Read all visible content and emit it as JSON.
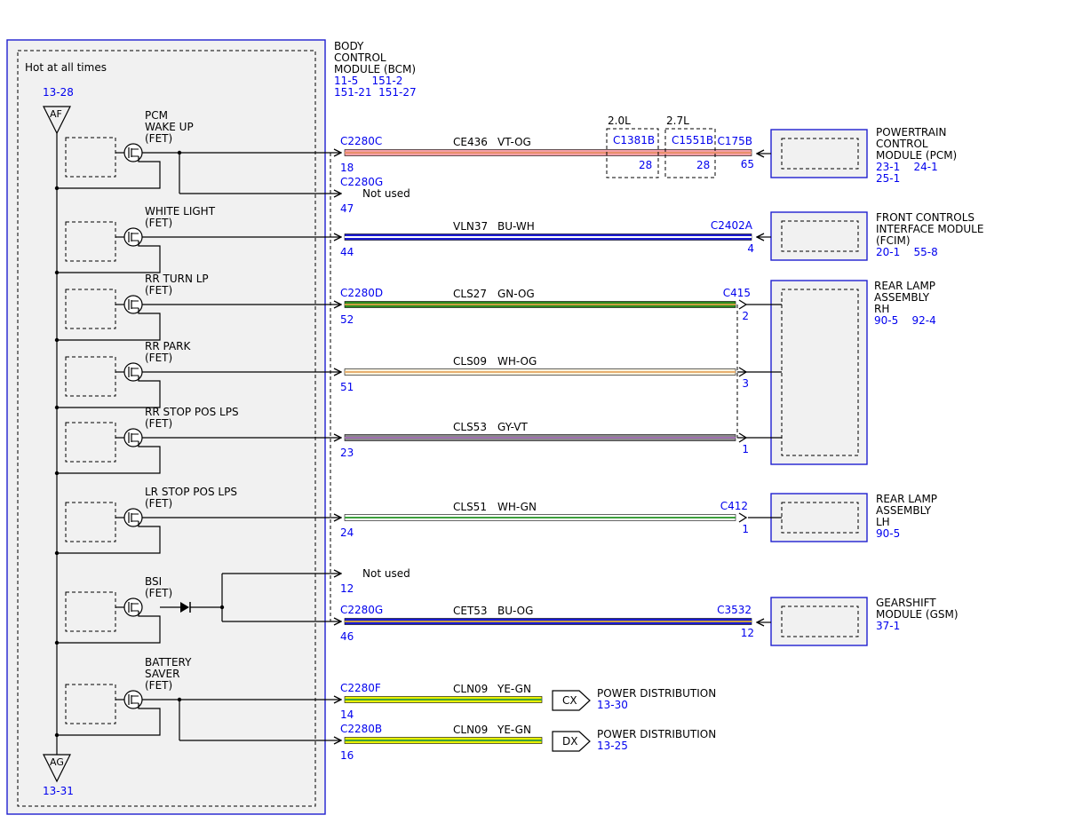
{
  "bcm": {
    "note": "Hot at all times",
    "label_lines": [
      "BODY",
      "CONTROL",
      "MODULE (BCM)"
    ],
    "refs_line1": "11-5    151-2",
    "refs_line2": "151-21  151-27",
    "top_ref": "13-28",
    "top_connector": "AF",
    "bottom_ref": "13-31",
    "bottom_connector": "AG",
    "fet_labels": [
      [
        "PCM",
        "WAKE UP",
        "(FET)"
      ],
      [
        "WHITE LIGHT",
        "(FET)"
      ],
      [
        "RR TURN LP",
        "(FET)"
      ],
      [
        "RR PARK",
        "(FET)"
      ],
      [
        "RR STOP POS LPS",
        "(FET)"
      ],
      [
        "LR STOP POS LPS",
        "(FET)"
      ],
      [
        "BSI",
        "(FET)"
      ],
      [
        "BATTERY",
        "SAVER",
        "(FET)"
      ]
    ]
  },
  "circuits": [
    {
      "connector": "C2280C",
      "pin": "18",
      "circuit": "CE436",
      "color_code": "VT-OG",
      "far_connector": "C175B",
      "far_pin": "65",
      "wire_colors": [
        "#f4a0a8",
        "#e8906a"
      ]
    },
    {
      "connector": "C2280G",
      "pin": "47",
      "note": "Not used"
    },
    {
      "connector": "",
      "pin": "44",
      "circuit": "VLN37",
      "color_code": "BU-WH",
      "far_connector": "C2402A",
      "far_pin": "4",
      "wire_colors": [
        "#1a1ad0",
        "#ffffff"
      ]
    },
    {
      "connector": "C2280D",
      "pin": "52",
      "circuit": "CLS27",
      "color_code": "GN-OG",
      "far_connector": "C415",
      "far_pin": "2",
      "wire_colors": [
        "#2e8b1e",
        "#c8a040"
      ]
    },
    {
      "connector": "",
      "pin": "51",
      "circuit": "CLS09",
      "color_code": "WH-OG",
      "far_connector": "",
      "far_pin": "3",
      "wire_colors": [
        "#fbf4e0",
        "#e8b070"
      ]
    },
    {
      "connector": "",
      "pin": "23",
      "circuit": "CLS53",
      "color_code": "GY-VT",
      "far_connector": "",
      "far_pin": "1",
      "wire_colors": [
        "#8a8a8a",
        "#a070b0"
      ]
    },
    {
      "connector": "",
      "pin": "24",
      "circuit": "CLS51",
      "color_code": "WH-GN",
      "far_connector": "C412",
      "far_pin": "1",
      "wire_colors": [
        "#ffffff",
        "#3ea03e"
      ]
    },
    {
      "connector": "",
      "pin": "12",
      "note": "Not used"
    },
    {
      "connector": "C2280G",
      "pin": "46",
      "circuit": "CET53",
      "color_code": "BU-OG",
      "far_connector": "C3532",
      "far_pin": "12",
      "wire_colors": [
        "#1a1ad0",
        "#c8a040"
      ]
    },
    {
      "connector": "C2280F",
      "pin": "14",
      "circuit": "CLN09",
      "color_code": "YE-GN",
      "far_connector": "",
      "far_pin": "",
      "wire_colors": [
        "#e8f000",
        "#3ea03e"
      ]
    },
    {
      "connector": "C2280B",
      "pin": "16",
      "circuit": "CLN09",
      "color_code": "YE-GN",
      "far_connector": "",
      "far_pin": "",
      "wire_colors": [
        "#e8f000",
        "#3ea03e"
      ]
    }
  ],
  "inline": [
    {
      "variant": "2.0L",
      "connector": "C1381B",
      "pin": "28"
    },
    {
      "variant": "2.7L",
      "connector": "C1551B",
      "pin": "28"
    }
  ],
  "modules": {
    "pcm": {
      "lines": [
        "POWERTRAIN",
        "CONTROL",
        "MODULE (PCM)"
      ],
      "refs_line1": "23-1    24-1",
      "refs_line2": "25-1"
    },
    "fcim": {
      "lines": [
        "FRONT CONTROLS",
        "INTERFACE MODULE",
        "(FCIM)"
      ],
      "refs_line1": "20-1    55-8"
    },
    "rear_rh": {
      "lines": [
        "REAR LAMP",
        "ASSEMBLY",
        "RH"
      ],
      "refs_line1": "90-5    92-4"
    },
    "rear_lh": {
      "lines": [
        "REAR LAMP",
        "ASSEMBLY",
        "LH"
      ],
      "refs_line1": "90-5"
    },
    "gsm": {
      "lines": [
        "GEARSHIFT",
        "MODULE (GSM)"
      ],
      "refs_line1": "37-1"
    }
  },
  "power": [
    {
      "tag": "CX",
      "label": "POWER DISTRIBUTION",
      "ref": "13-30"
    },
    {
      "tag": "DX",
      "label": "POWER DISTRIBUTION",
      "ref": "13-25"
    }
  ],
  "colors": {
    "ref_blue": "#0000ee",
    "module_blue": "#2020d0",
    "fill_gray": "#f1f1f1"
  }
}
